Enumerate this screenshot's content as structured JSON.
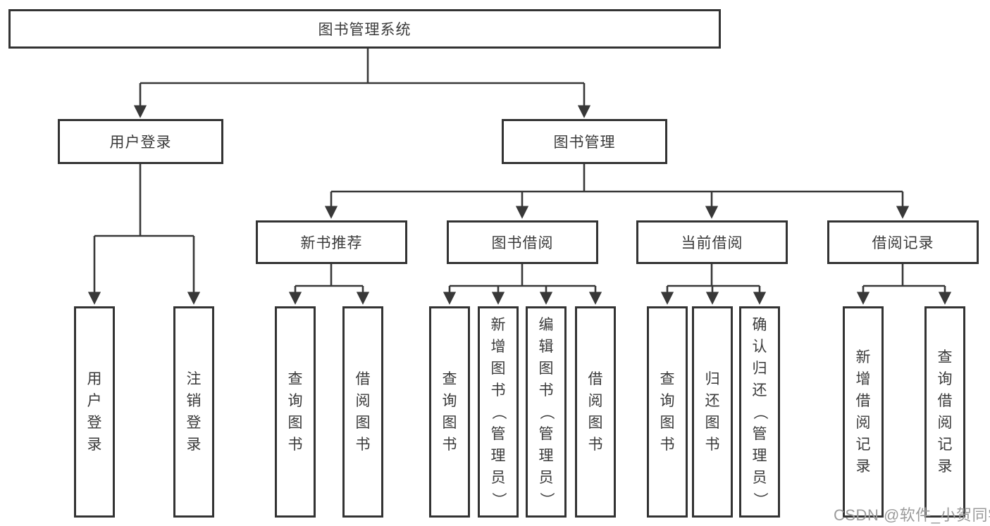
{
  "tree": {
    "root": {
      "label": "图书管理系统"
    },
    "user": {
      "label": "用户登录",
      "leaves": [
        "用户登录",
        "注销登录"
      ]
    },
    "mgmt": {
      "label": "图书管理",
      "groups": [
        {
          "label": "新书推荐",
          "leaves": [
            "查询图书",
            "借阅图书"
          ]
        },
        {
          "label": "图书借阅",
          "leaves": [
            "查询图书",
            "新增图书（管理员）",
            "编辑图书（管理员）",
            "借阅图书"
          ]
        },
        {
          "label": "当前借阅",
          "leaves": [
            "查询图书",
            "归还图书",
            "确认归还（管理员）"
          ]
        },
        {
          "label": "借阅记录",
          "leaves": [
            "新增借阅记录",
            "查询借阅记录"
          ]
        }
      ]
    }
  },
  "watermark": "CSDN @软件_小贺同学",
  "colors": {
    "line": "#383838",
    "border": "#333333",
    "text": "#3a3a3a",
    "background": "#ffffff",
    "watermark": "#9b9b9b"
  }
}
